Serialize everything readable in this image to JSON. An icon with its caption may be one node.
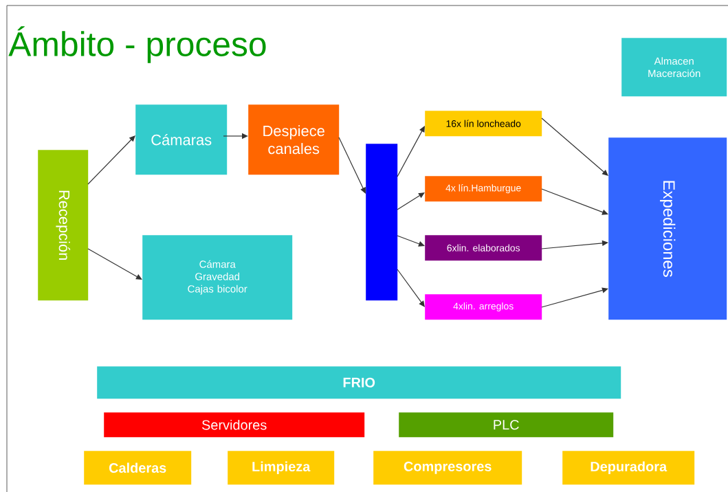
{
  "diagram": {
    "title": "Ámbito - proceso",
    "nodes": [
      {
        "text": [
          "Recepción"
        ]
      },
      {
        "text": [
          "Cámaras"
        ]
      },
      {
        "text": [
          "Despiece canales"
        ]
      },
      {
        "text": [
          "Cámara Gravedad Cajas bicolor"
        ]
      },
      {
        "text": [],
        "shape": "bar"
      },
      {
        "text": [
          "16x lín loncheado"
        ]
      },
      {
        "text": [
          "4x lín.Hamburgue"
        ]
      },
      {
        "text": [
          "6xlin. elaborados"
        ]
      },
      {
        "text": [
          "4xlin. arreglos"
        ]
      },
      {
        "text": [
          "Expediciones"
        ]
      },
      {
        "text": [
          "Almacen Maceración"
        ]
      },
      {
        "text": [
          "FRIO"
        ]
      },
      {
        "text": [
          "Servidores"
        ]
      },
      {
        "text": [
          "PLC"
        ]
      },
      {
        "text": [
          "Calderas"
        ]
      },
      {
        "text": [
          "Limpieza"
        ]
      },
      {
        "text": [
          "Compresores"
        ]
      },
      {
        "text": [
          "Depuradora"
        ]
      }
    ],
    "edges": [
      {
        "from": 0,
        "to": 1,
        "arrow": "to"
      },
      {
        "from": 0,
        "to": 3,
        "arrow": "to"
      },
      {
        "from": 1,
        "to": 2,
        "arrow": "to"
      },
      {
        "from": 2,
        "to": 4,
        "arrow": "to"
      },
      {
        "from": 4,
        "to": 5,
        "arrow": "to"
      },
      {
        "from": 4,
        "to": 6,
        "arrow": "to"
      },
      {
        "from": 4,
        "to": 7,
        "arrow": "to"
      },
      {
        "from": 4,
        "to": 8,
        "arrow": "to"
      },
      {
        "from": 5,
        "to": 9,
        "arrow": "to"
      },
      {
        "from": 6,
        "to": 9,
        "arrow": "to"
      },
      {
        "from": 7,
        "to": 9,
        "arrow": "to"
      },
      {
        "from": 8,
        "to": 9,
        "arrow": "to"
      }
    ]
  }
}
